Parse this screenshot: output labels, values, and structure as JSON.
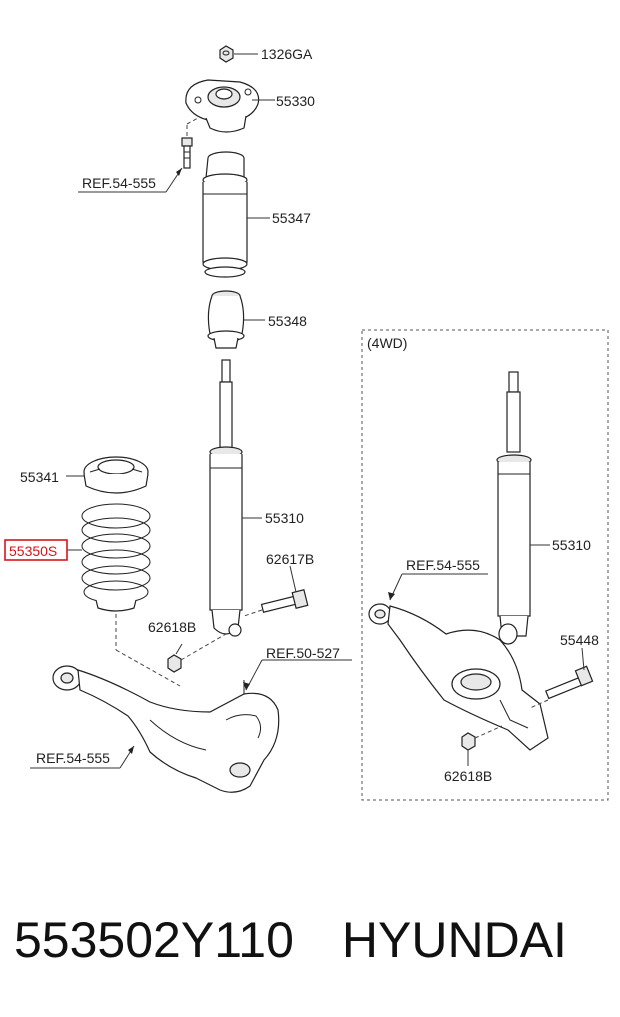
{
  "diagram": {
    "labels": {
      "nut_top": "1326GA",
      "mount": "55330",
      "ref_bolt": "REF.54-555",
      "boot": "55347",
      "bump_stop": "55348",
      "box_title": "(4WD)",
      "spring_pad": "55341",
      "spring": "55350S",
      "shock": "55310",
      "bolt": "62617B",
      "nut_lower": "62618B",
      "ref_arm_upper": "REF.50-527",
      "ref_arm_left": "REF.54-555",
      "ref_4wd": "REF.54-555",
      "shock_4wd": "55310",
      "bolt_4wd": "55448",
      "nut_4wd": "62618B"
    },
    "highlight_color": "#d4161c"
  },
  "caption": {
    "part_number": "553502Y110",
    "brand": "HYUNDAI"
  }
}
